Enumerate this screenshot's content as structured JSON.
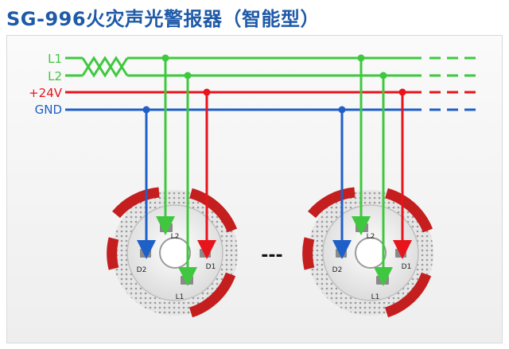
{
  "title": "SG-996火灾声光警报器（智能型）",
  "lines": [
    {
      "label": "L1",
      "color": "#3fc83f"
    },
    {
      "label": "L2",
      "color": "#3fc83f"
    },
    {
      "label": "+24V",
      "color": "#e8141c"
    },
    {
      "label": "GND",
      "color": "#1f5fc8"
    }
  ],
  "terminals": {
    "d2": "D2",
    "l2": "L2",
    "d1": "D1",
    "l1": "L1"
  },
  "separator": "---",
  "colors": {
    "ring_red": "#c41e1e",
    "ring_grey": "#cfcfcf",
    "title": "#1f5aa8"
  }
}
